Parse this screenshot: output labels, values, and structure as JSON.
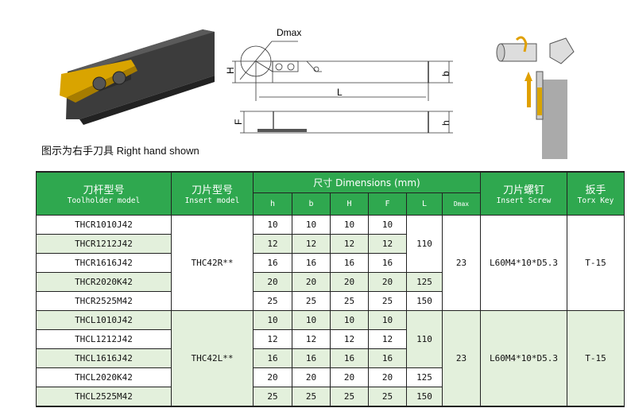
{
  "caption": "图示为右手刀具  Right hand shown",
  "drawing_labels": {
    "dmax": "Dmax",
    "H": "H",
    "L": "L",
    "b": "b",
    "F": "F",
    "h": "h"
  },
  "table": {
    "headers": {
      "toolholder_cn": "刀杆型号",
      "toolholder_en": "Toolholder model",
      "insert_cn": "刀片型号",
      "insert_en": "Insert model",
      "dimensions": "尺寸 Dimensions (mm)",
      "screw_cn": "刀片螺钉",
      "screw_en": "Insert Screw",
      "key_cn": "扳手",
      "key_en": "Torx Key",
      "sub": [
        "h",
        "b",
        "H",
        "F",
        "L",
        "Dmax"
      ]
    },
    "groups": [
      {
        "insert": "THC42R**",
        "dmax": "23",
        "screw": "L60M4*10*D5.3",
        "key": "T-15",
        "rows": [
          {
            "model": "THCR1010J42",
            "h": "10",
            "b": "10",
            "H": "10",
            "F": "10"
          },
          {
            "model": "THCR1212J42",
            "h": "12",
            "b": "12",
            "H": "12",
            "F": "12"
          },
          {
            "model": "THCR1616J42",
            "h": "16",
            "b": "16",
            "H": "16",
            "F": "16"
          },
          {
            "model": "THCR2020K42",
            "h": "20",
            "b": "20",
            "H": "20",
            "F": "20"
          },
          {
            "model": "THCR2525M42",
            "h": "25",
            "b": "25",
            "H": "25",
            "F": "25"
          }
        ],
        "L": [
          "110",
          "125",
          "150"
        ]
      },
      {
        "insert": "THC42L**",
        "dmax": "23",
        "screw": "L60M4*10*D5.3",
        "key": "T-15",
        "rows": [
          {
            "model": "THCL1010J42",
            "h": "10",
            "b": "10",
            "H": "10",
            "F": "10"
          },
          {
            "model": "THCL1212J42",
            "h": "12",
            "b": "12",
            "H": "12",
            "F": "12"
          },
          {
            "model": "THCL1616J42",
            "h": "16",
            "b": "16",
            "H": "16",
            "F": "16"
          },
          {
            "model": "THCL2020K42",
            "h": "20",
            "b": "20",
            "H": "20",
            "F": "20"
          },
          {
            "model": "THCL2525M42",
            "h": "25",
            "b": "25",
            "H": "25",
            "F": "25"
          }
        ],
        "L": [
          "110",
          "125",
          "150"
        ]
      }
    ]
  }
}
